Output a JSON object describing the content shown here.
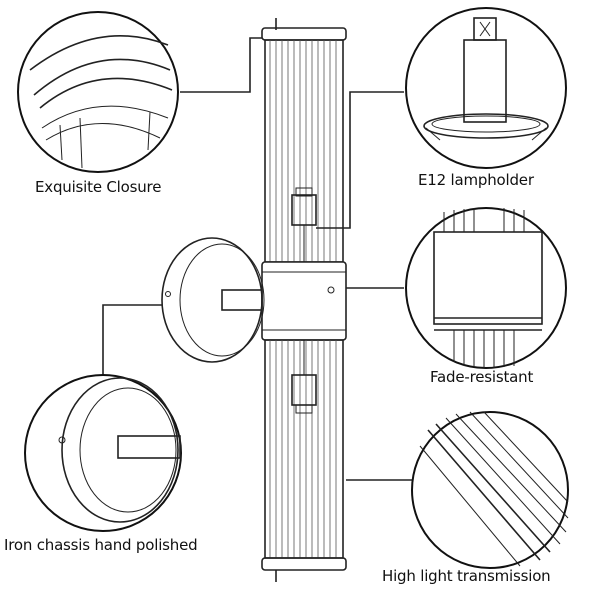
{
  "labels": {
    "closure": "Exquisite Closure",
    "lampholder": "E12 lampholder",
    "fade": "Fade-resistant",
    "chassis": "Iron chassis hand polished",
    "transmission": "High light transmission"
  },
  "colors": {
    "line": "#222222",
    "background": "#ffffff"
  }
}
